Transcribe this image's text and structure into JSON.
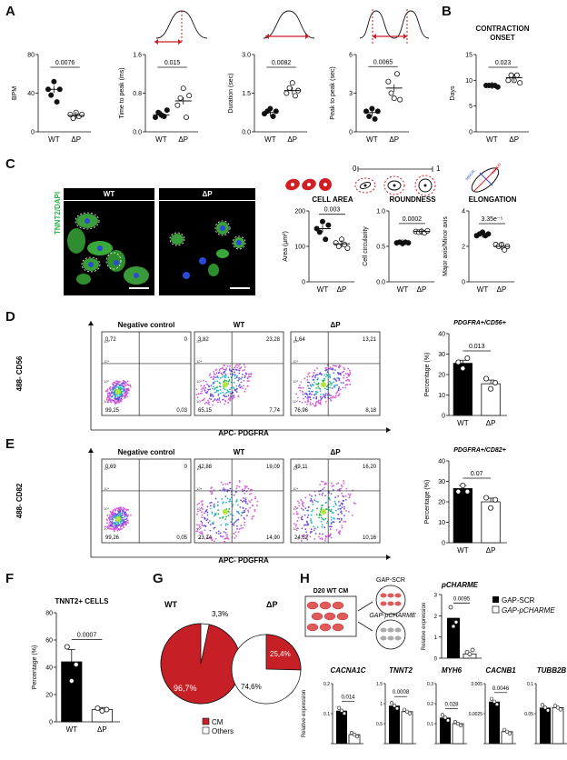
{
  "panels": {
    "A": "A",
    "B": "B",
    "C": "C",
    "D": "D",
    "E": "E",
    "F": "F",
    "G": "G",
    "H": "H"
  },
  "groups": {
    "wt": "WT",
    "dp": "ΔP"
  },
  "panelA": {
    "plots": [
      {
        "ylabel": "BPM",
        "ticks": [
          "0",
          "40",
          "80"
        ],
        "pval": "0.0076",
        "wt": [
          44,
          38,
          52,
          31,
          44
        ],
        "dp": [
          18,
          14,
          20,
          16,
          18
        ],
        "wt_mean": 44,
        "dp_mean": 17,
        "ylim": [
          0,
          80
        ]
      },
      {
        "ylabel": "Time to peak (ms)",
        "ticks": [
          "0.0",
          "0.8",
          "1.6"
        ],
        "pval": "0.015",
        "wt": [
          0.3,
          0.4,
          0.35,
          0.32,
          0.45
        ],
        "dp": [
          0.55,
          0.7,
          0.9,
          0.3,
          0.75
        ],
        "wt_mean": 0.35,
        "dp_mean": 0.64,
        "ylim": [
          0,
          1.6
        ]
      },
      {
        "ylabel": "Duration (sec)",
        "ticks": [
          "0.0",
          "1.5",
          "3.0"
        ],
        "pval": "0.0082",
        "wt": [
          0.7,
          0.8,
          0.9,
          0.6,
          0.8
        ],
        "dp": [
          1.5,
          1.7,
          1.9,
          1.4,
          1.6
        ],
        "wt_mean": 0.75,
        "dp_mean": 1.6,
        "ylim": [
          0,
          3.0
        ]
      },
      {
        "ylabel": "Peak to peak (sec)",
        "ticks": [
          "0",
          "3",
          "6"
        ],
        "pval": "0.0065",
        "wt": [
          1.6,
          1.2,
          1.8,
          1.0,
          1.6
        ],
        "dp": [
          3.9,
          3.0,
          2.6,
          4.5,
          2.5
        ],
        "wt_mean": 1.5,
        "dp_mean": 3.4,
        "ylim": [
          0,
          6
        ]
      }
    ]
  },
  "panelB": {
    "title1": "CONTRACTION",
    "title2": "ONSET",
    "ylabel": "Days",
    "ticks": [
      "0",
      "5",
      "10",
      "15"
    ],
    "pval": "0.023",
    "wt": [
      9,
      9,
      9,
      9,
      8.7
    ],
    "dp": [
      10,
      11,
      10,
      11,
      9.5
    ],
    "wt_mean": 9,
    "dp_mean": 10.5,
    "ylim": [
      0,
      15
    ]
  },
  "panelC": {
    "side_label": "TNNT2/DAPI",
    "roundness_scale": {
      "min": "0",
      "max": "1"
    },
    "elong_labels": {
      "minor": "MINOR",
      "major": "MAJOR"
    },
    "plots": [
      {
        "title": "CELL AREA",
        "ylabel": "Area (µm²)",
        "ticks": [
          "0",
          "100",
          "200"
        ],
        "pval": "0.003",
        "wt": [
          150,
          140,
          170,
          120,
          160
        ],
        "dp": [
          110,
          100,
          120,
          105,
          95
        ],
        "wt_mean": 150,
        "dp_mean": 107,
        "ylim": [
          0,
          200
        ]
      },
      {
        "title": "ROUNDNESS",
        "ylabel": "Cell circularity",
        "ticks": [
          "0.0",
          "0.5",
          "1.0"
        ],
        "pval": "0.0002",
        "wt": [
          0.55,
          0.56,
          0.54,
          0.56,
          0.55
        ],
        "dp": [
          0.71,
          0.7,
          0.71,
          0.69,
          0.72
        ],
        "wt_mean": 0.55,
        "dp_mean": 0.71,
        "ylim": [
          0,
          1.0
        ]
      },
      {
        "title": "ELONGATION",
        "ylabel": "Major axis/Minor axis",
        "ticks": [
          "0",
          "2",
          "4"
        ],
        "pval": "3.35e⁻⁵",
        "wt": [
          2.6,
          2.7,
          2.8,
          2.6,
          2.7
        ],
        "dp": [
          2.1,
          2.0,
          2.1,
          1.8,
          2.0
        ],
        "wt_mean": 2.7,
        "dp_mean": 2.0,
        "ylim": [
          0,
          4
        ]
      }
    ]
  },
  "panelD": {
    "yaxis": "488- CD56",
    "xaxis": "APC- PDGFRA",
    "plots": [
      {
        "title": "Negative control",
        "q": [
          "0,72",
          "0",
          "99,25",
          "0,03"
        ]
      },
      {
        "title": "WT",
        "q": [
          "3,82",
          "23,28",
          "65,15",
          "7,74"
        ]
      },
      {
        "title": "ΔP",
        "q": [
          "1,64",
          "13,21",
          "76,96",
          "8,18"
        ]
      }
    ],
    "bar": {
      "title": "PDGFRA+/CD56+",
      "ylabel": "Percentage (%)",
      "ticks": [
        "0",
        "10",
        "20",
        "30",
        "40"
      ],
      "pval": "0.013",
      "wt": [
        26,
        23,
        28
      ],
      "dp": [
        18,
        13,
        16
      ],
      "wt_mean": 25.5,
      "dp_mean": 15.5,
      "wt_err": 1.5,
      "dp_err": 1.8,
      "ylim": [
        0,
        40
      ]
    }
  },
  "panelE": {
    "yaxis": "488- CD82",
    "xaxis": "APC- PDGFRA",
    "plots": [
      {
        "title": "Negative control",
        "q": [
          "0,69",
          "0",
          "99,26",
          "0,05"
        ]
      },
      {
        "title": "WT",
        "q": [
          "42,88",
          "19,09",
          "23,14",
          "14,90"
        ]
      },
      {
        "title": "ΔP",
        "q": [
          "49,11",
          "16,20",
          "24,52",
          "10,16"
        ]
      }
    ],
    "bar": {
      "title": "PDGFRA+/CD82+",
      "ylabel": "Percentage (%)",
      "ticks": [
        "0",
        "10",
        "20",
        "30",
        "40"
      ],
      "pval": "0.07",
      "wt": [
        25,
        28,
        25
      ],
      "dp": [
        22,
        17,
        21
      ],
      "wt_mean": 26.5,
      "dp_mean": 20,
      "wt_err": 1.5,
      "dp_err": 1.8,
      "ylim": [
        0,
        40
      ]
    }
  },
  "panelF": {
    "title": "TNNT2+ CELLS",
    "ylabel": "Percentage (%)",
    "ticks": [
      "0",
      "20",
      "40",
      "60",
      "80"
    ],
    "pval": "0.0007",
    "wt": [
      55,
      30,
      42
    ],
    "dp": [
      10,
      8,
      9
    ],
    "wt_mean": 44,
    "dp_mean": 9,
    "wt_err": 9,
    "dp_err": 1.5,
    "ylim": [
      0,
      80
    ]
  },
  "panelG": {
    "wt_title": "WT",
    "dp_title": "ΔP",
    "wt": {
      "cm": "96,7%",
      "others": "3,3%",
      "cm_frac": 0.967
    },
    "dp": {
      "cm": "25,4%",
      "others": "74,6%",
      "cm_frac": 0.254
    },
    "legend": [
      "CM",
      "Others"
    ],
    "colors": {
      "cm": "#c62026",
      "others": "#ffffff"
    }
  },
  "panelH": {
    "diagram": {
      "source": "D20 WT CM",
      "scr": "GAP-SCR",
      "charme": "GAP-pCHARME"
    },
    "legend": [
      "GAP-SCR",
      "GAP-pCHARME"
    ],
    "main": {
      "title": "pCHARME",
      "ylabel": "Relative expression",
      "ticks": [
        "0",
        "1",
        "2",
        "3"
      ],
      "pval": "0.0095",
      "scr": [
        2.4,
        1.5,
        1.7
      ],
      "ch": [
        0.2,
        0.1,
        0.3
      ],
      "scr_mean": 1.9,
      "ch_mean": 0.2,
      "ylim": [
        0,
        3
      ]
    },
    "genes_ylabel": "Relative expression",
    "genes": [
      {
        "name": "CACNA1C",
        "ticks": [
          "0",
          "0.1",
          "0.2"
        ],
        "pval": "0.014",
        "scr": 0.11,
        "ch": 0.03,
        "ylim": [
          0,
          0.2
        ]
      },
      {
        "name": "TNNT2",
        "ticks": [
          "0",
          "0.5",
          "1",
          "1.5"
        ],
        "pval": "0.0008",
        "scr": 0.95,
        "ch": 0.8,
        "ylim": [
          0,
          1.5
        ]
      },
      {
        "name": "MYH6",
        "ticks": [
          "0",
          "0.1",
          "0.2",
          "0.3"
        ],
        "pval": "0.028",
        "scr": 0.13,
        "ch": 0.1,
        "ylim": [
          0,
          0.3
        ]
      },
      {
        "name": "CACNB1",
        "ticks": [
          "0",
          "0.0025",
          "0.005"
        ],
        "pval": "0.0046",
        "scr": 0.0035,
        "ch": 0.001,
        "ylim": [
          0,
          0.005
        ]
      },
      {
        "name": "TUBB2B",
        "ticks": [
          "0",
          "0.05",
          "0.1"
        ],
        "pval": "",
        "scr": 0.06,
        "ch": 0.06,
        "ylim": [
          0,
          0.1
        ]
      }
    ]
  }
}
